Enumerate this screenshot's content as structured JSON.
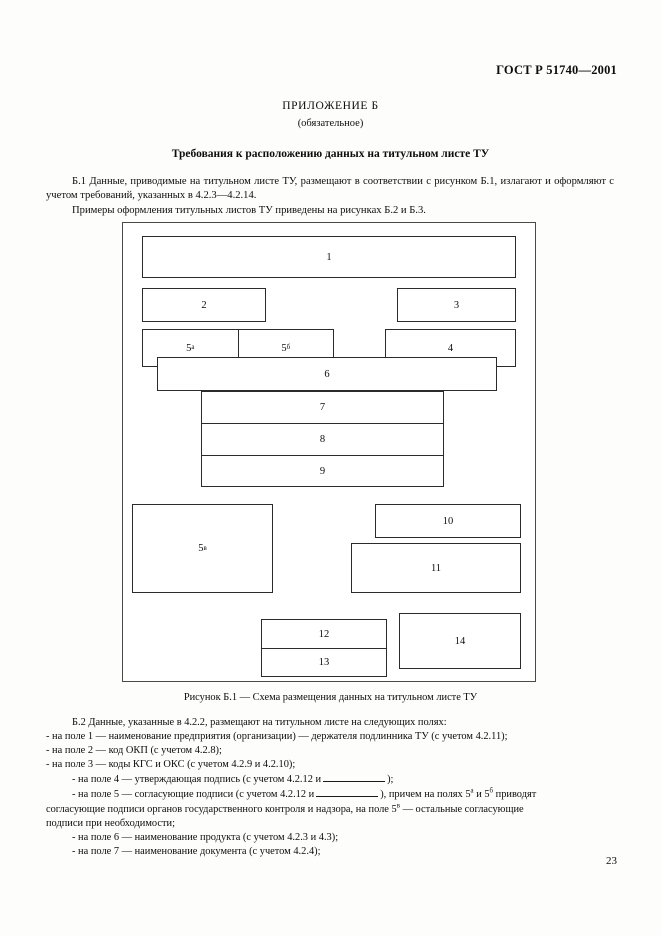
{
  "document": {
    "standard_code": "ГОСТ Р 51740—2001",
    "appendix_title": "ПРИЛОЖЕНИЕ Б",
    "appendix_subtitle": "(обязательное)",
    "section_title": "Требования к расположению данных на титульном листе ТУ",
    "page_number": "23"
  },
  "paragraphs": {
    "p1": "Б.1 Данные, приводимые на титульном листе ТУ, размещают в соответствии с рисунком Б.1, излагают и оформляют с учетом требований, указанных в 4.2.3—4.2.14.",
    "p2": "Примеры оформления титульных листов ТУ приведены на рисунках Б.2 и Б.3."
  },
  "figure": {
    "caption": "Рисунок Б.1 — Схема размещения данных на титульном листе ТУ",
    "boxes": [
      {
        "id": "field-1",
        "label": "1"
      },
      {
        "id": "field-2",
        "label": "2"
      },
      {
        "id": "field-3",
        "label": "3"
      },
      {
        "id": "field-5a",
        "label": "5",
        "sup": "а"
      },
      {
        "id": "field-5b",
        "label": "5",
        "sup": "б"
      },
      {
        "id": "field-4",
        "label": "4"
      },
      {
        "id": "field-6",
        "label": "6"
      },
      {
        "id": "field-7",
        "label": "7"
      },
      {
        "id": "field-8",
        "label": "8"
      },
      {
        "id": "field-9",
        "label": "9"
      },
      {
        "id": "field-5v",
        "label": "5",
        "sup": "в"
      },
      {
        "id": "field-10",
        "label": "10"
      },
      {
        "id": "field-11",
        "label": "11"
      },
      {
        "id": "field-12",
        "label": "12"
      },
      {
        "id": "field-13",
        "label": "13"
      },
      {
        "id": "field-14",
        "label": "14"
      }
    ],
    "labels": {
      "b1": "1",
      "b2": "2",
      "b3": "3",
      "b5a_num": "5",
      "b5a_sup": "а",
      "b5b_num": "5",
      "b5b_sup": "б",
      "b4": "4",
      "b6": "6",
      "b7": "7",
      "b8": "8",
      "b9": "9",
      "b5v_num": "5",
      "b5v_sup": "в",
      "b10": "10",
      "b11": "11",
      "b12": "12",
      "b13": "13",
      "b14": "14"
    }
  },
  "tail": {
    "intro": "Б.2 Данные, указанные в 4.2.2, размещают на титульном листе на следующих полях:",
    "item1": "- на поле 1 — наименование предприятия (организации) — держателя подлинника ТУ (с учетом 4.2.11);",
    "item2": "- на поле 2 — код ОКП (с учетом 4.2.8);",
    "item3": "- на поле 3 — коды КГС и ОКС (с учетом 4.2.9 и 4.2.10);",
    "item4_a": "- на поле 4 — утверждающая подпись (с учетом 4.2.12 и",
    "item4_b": ");",
    "item5_a": "- на поле 5 — согласующие подписи (с учетом 4.2.12 и",
    "item5_b": "), причем на полях 5",
    "item5_sup1": "а",
    "item5_c": " и 5",
    "item5_sup2": "б",
    "item5_d": " приводят",
    "item5_line2_a": "согласующие подписи органов государственного контроля и надзора, на поле 5",
    "item5_sup3": "в",
    "item5_line2_b": " — остальные согласующие",
    "item5_line3": "подписи при необходимости;",
    "item6": "- на поле 6 — наименование продукта (с учетом 4.2.3 и 4.3);",
    "item7": "- на поле 7 — наименование документа (с учетом 4.2.4);"
  }
}
